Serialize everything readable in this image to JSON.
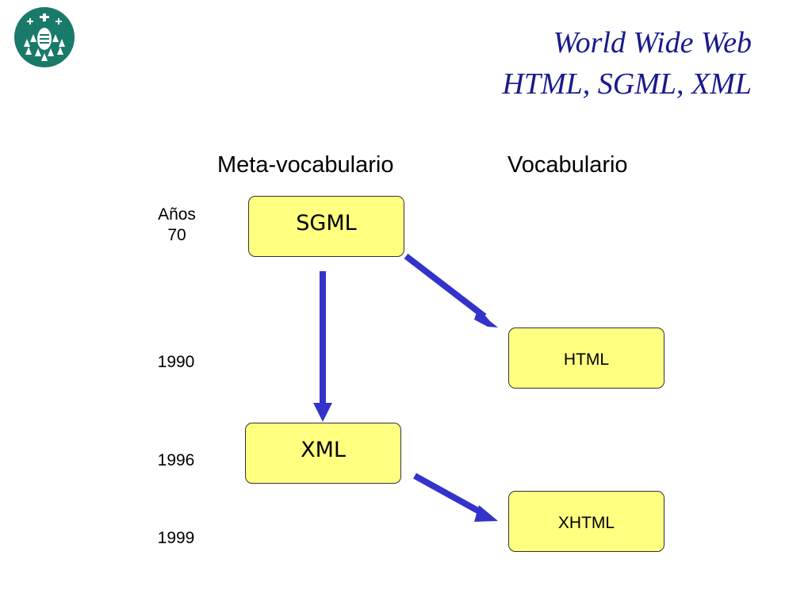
{
  "title": {
    "line1": "World Wide Web",
    "line2": "HTML, SGML, XML"
  },
  "columns": {
    "meta": "Meta-vocabulario",
    "vocab": "Vocabulario"
  },
  "years": {
    "seventies_line1": "Años",
    "seventies_line2": "70",
    "y1990": "1990",
    "y1996": "1996",
    "y1999": "1999"
  },
  "nodes": {
    "sgml": "SGML",
    "xml": "XML",
    "html": "HTML",
    "xhtml": "XHTML"
  },
  "colors": {
    "title": "#1a1a8c",
    "box_fill": "#ffff80",
    "arrow": "#3333cc",
    "logo": "#1a7a6a"
  }
}
